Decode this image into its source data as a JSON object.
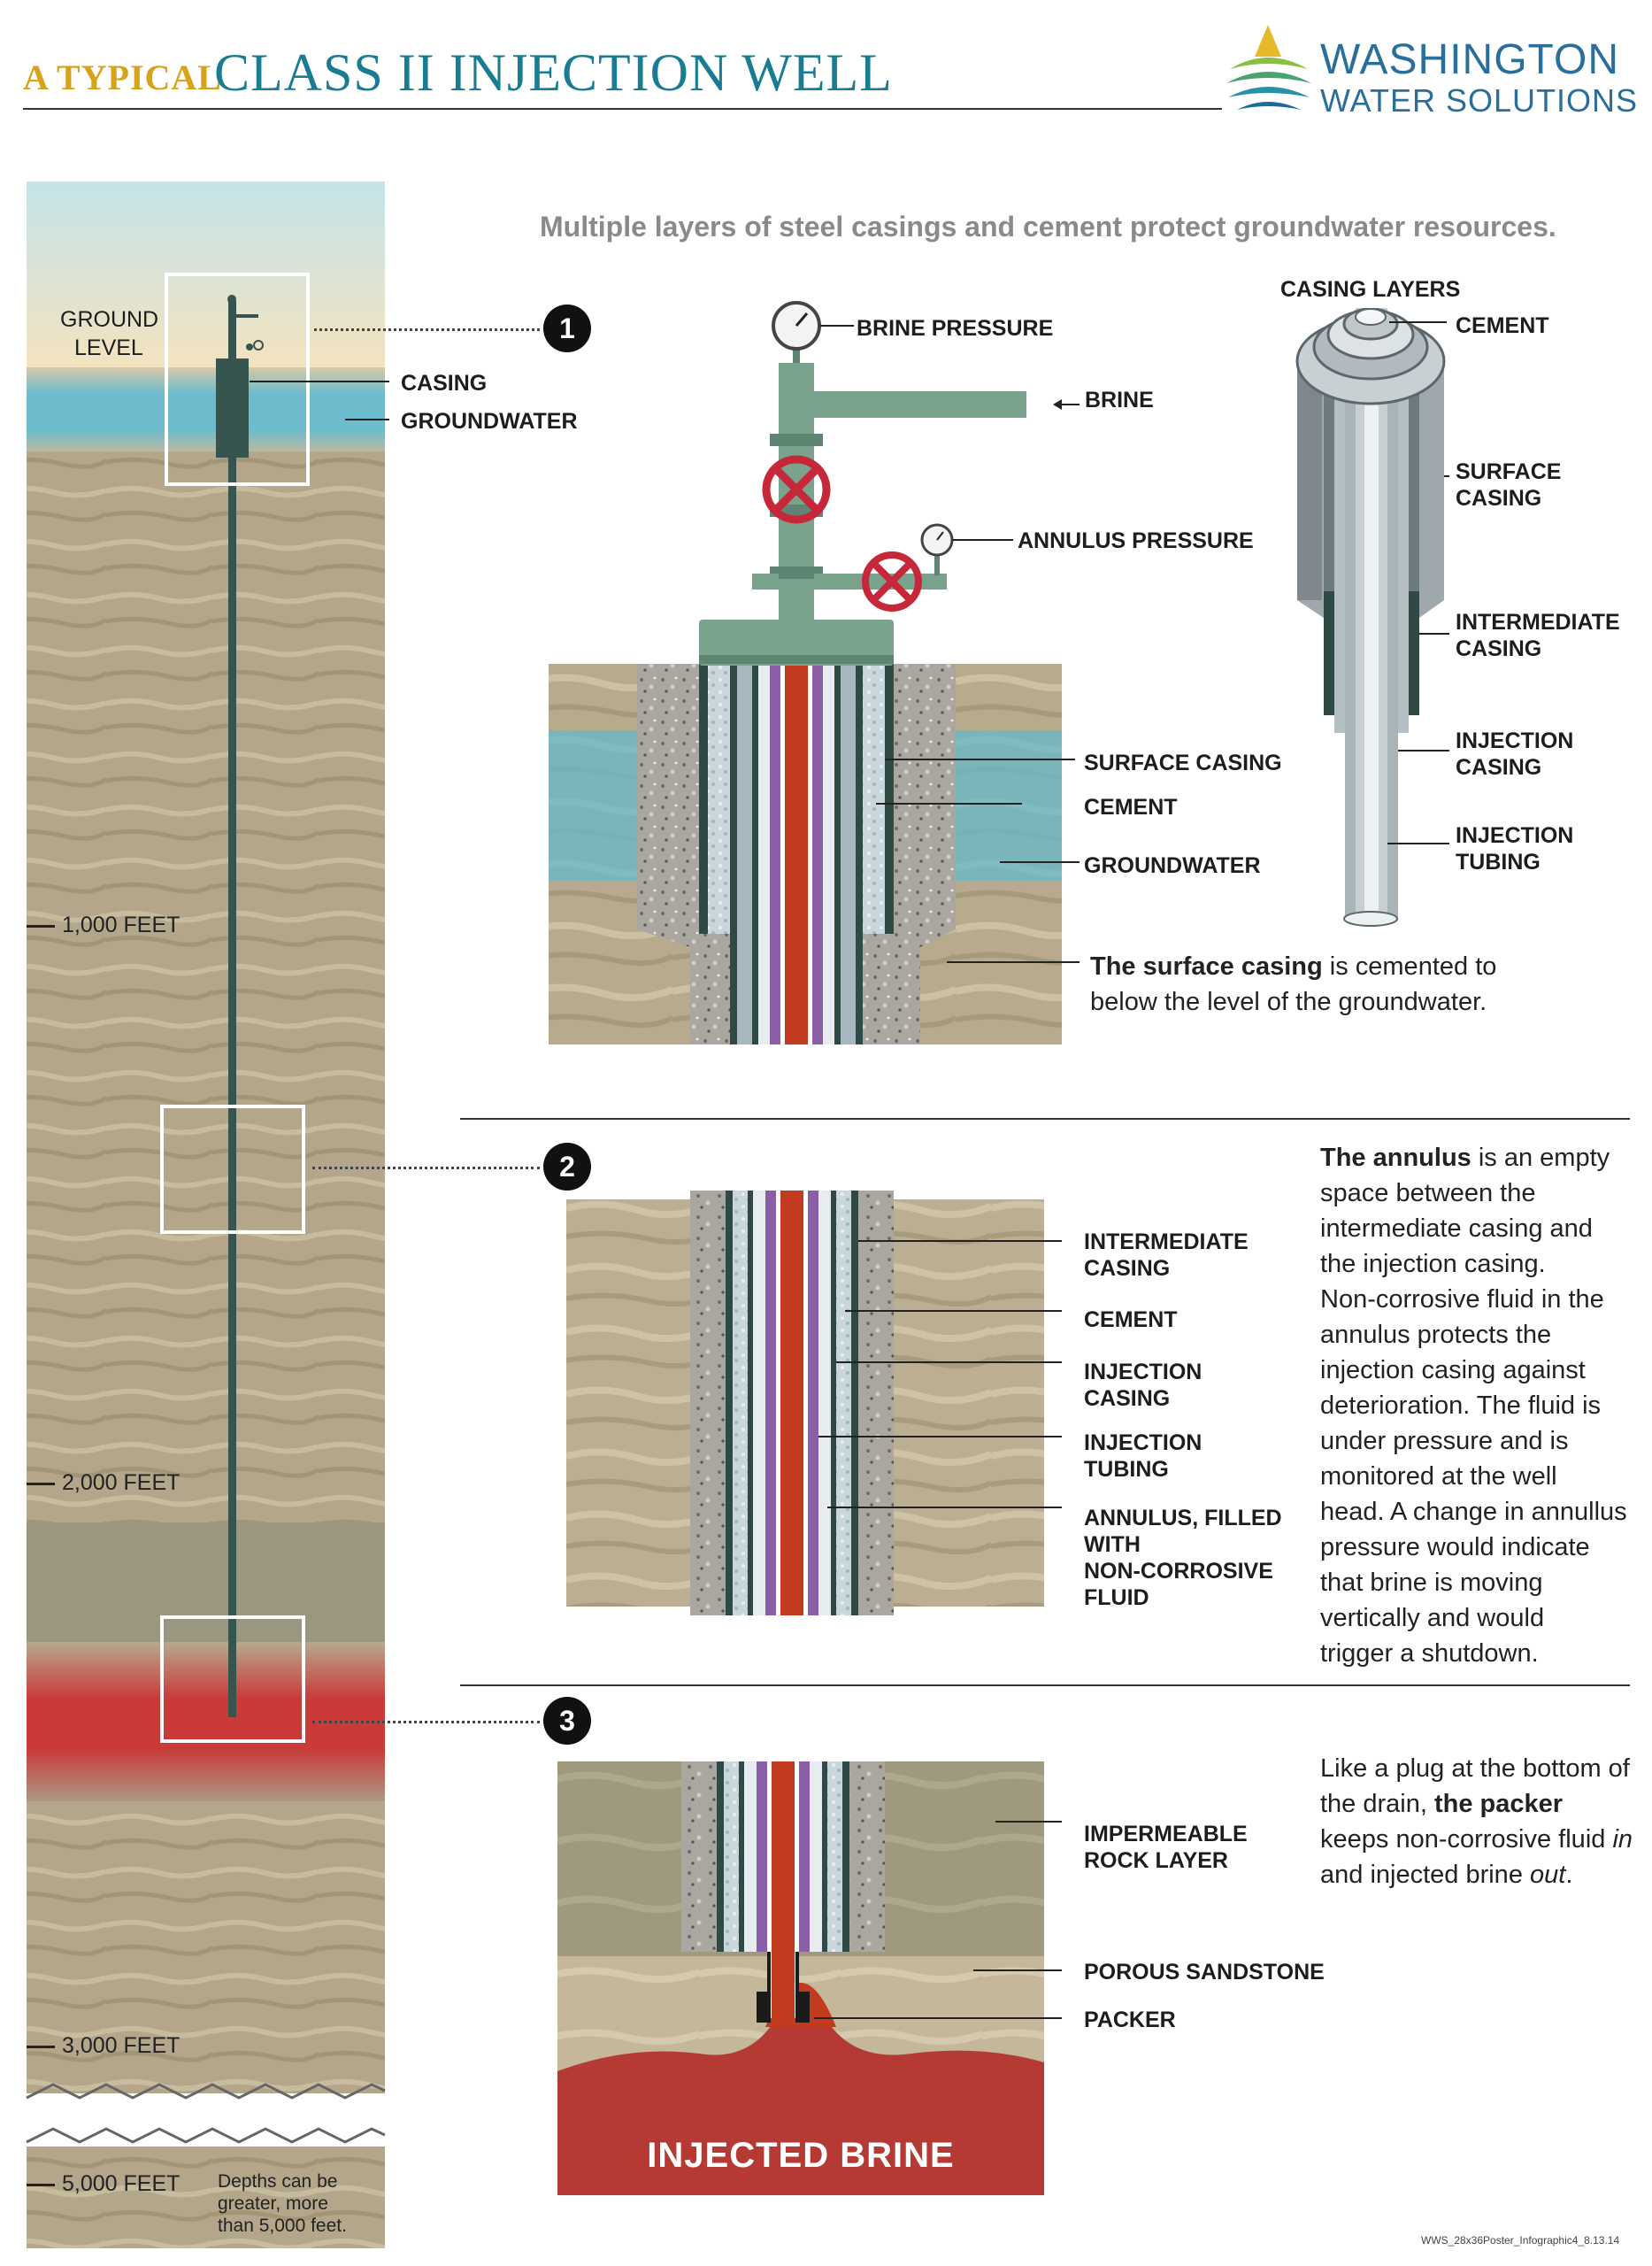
{
  "header": {
    "title_prefix": "A TYPICAL",
    "title_main": "CLASS II INJECTION WELL",
    "logo_line1": "WASHINGTON",
    "logo_line2": "WATER SOLUTIONS"
  },
  "tagline": "Multiple layers of steel casings and cement protect groundwater resources.",
  "column": {
    "ground_level": [
      "GROUND",
      "LEVEL"
    ],
    "casing": "CASING",
    "groundwater": "GROUNDWATER",
    "depths": [
      "1,000 FEET",
      "2,000 FEET",
      "3,000 FEET",
      "5,000 FEET"
    ],
    "depth_note": [
      "Depths can be",
      "greater, more",
      "than 5,000 feet."
    ]
  },
  "badges": [
    "1",
    "2",
    "3"
  ],
  "wellhead": {
    "brine_pressure": "BRINE PRESSURE",
    "brine": "BRINE",
    "annulus_pressure": "ANNULUS PRESSURE"
  },
  "casing_layers": {
    "title": "CASING LAYERS",
    "cement": "CEMENT",
    "surface": [
      "SURFACE",
      "CASING"
    ],
    "intermediate": [
      "INTERMEDIATE",
      "CASING"
    ],
    "injection_casing": [
      "INJECTION",
      "CASING"
    ],
    "injection_tubing": [
      "INJECTION",
      "TUBING"
    ]
  },
  "section1": {
    "surface_casing": "SURFACE CASING",
    "cement": "CEMENT",
    "groundwater": "GROUNDWATER",
    "note_bold": "The surface casing",
    "note_rest": " is cemented to",
    "note_line2": "below the level of the groundwater."
  },
  "section2": {
    "intermediate": [
      "INTERMEDIATE",
      "CASING"
    ],
    "cement": "CEMENT",
    "injection_casing": [
      "INJECTION",
      "CASING"
    ],
    "injection_tubing": [
      "INJECTION",
      "TUBING"
    ],
    "annulus": [
      "ANNULUS, FILLED",
      "WITH",
      "NON-CORROSIVE",
      "FLUID"
    ],
    "para_bold": "The annulus",
    "para_first": " is an empty",
    "para_lines": [
      "space between the",
      "intermediate casing and",
      "the injection casing.",
      "Non-corrosive fluid in the",
      "annulus protects the",
      "injection casing against",
      "deterioration. The fluid is",
      "under pressure and is",
      "monitored at the well",
      "head. A change in annullus",
      "pressure would indicate",
      "that brine is moving",
      "vertically and would",
      "trigger a shutdown."
    ]
  },
  "section3": {
    "impermeable": [
      "IMPERMEABLE",
      "ROCK LAYER"
    ],
    "porous": "POROUS SANDSTONE",
    "packer": "PACKER",
    "injected_brine": "INJECTED BRINE",
    "para_l1": "Like a plug at the bottom of",
    "para_l2a": "the drain, ",
    "para_l2b": "the packer",
    "para_l3a": "keeps non-corrosive fluid ",
    "para_l3b": "in",
    "para_l4a": "and injected brine ",
    "para_l4b": "out",
    "para_l4c": "."
  },
  "file_name": "WWS_28x36Poster_Infographic4_8.13.14",
  "colors": {
    "brine_red": "#c23b1f",
    "tubing_purple": "#8b5fa8",
    "casing_green": "#2f4a44",
    "wellhead_green": "#7aa38e",
    "groundwater_blue": "#5fb7cc",
    "valve_red": "#c6283a"
  }
}
